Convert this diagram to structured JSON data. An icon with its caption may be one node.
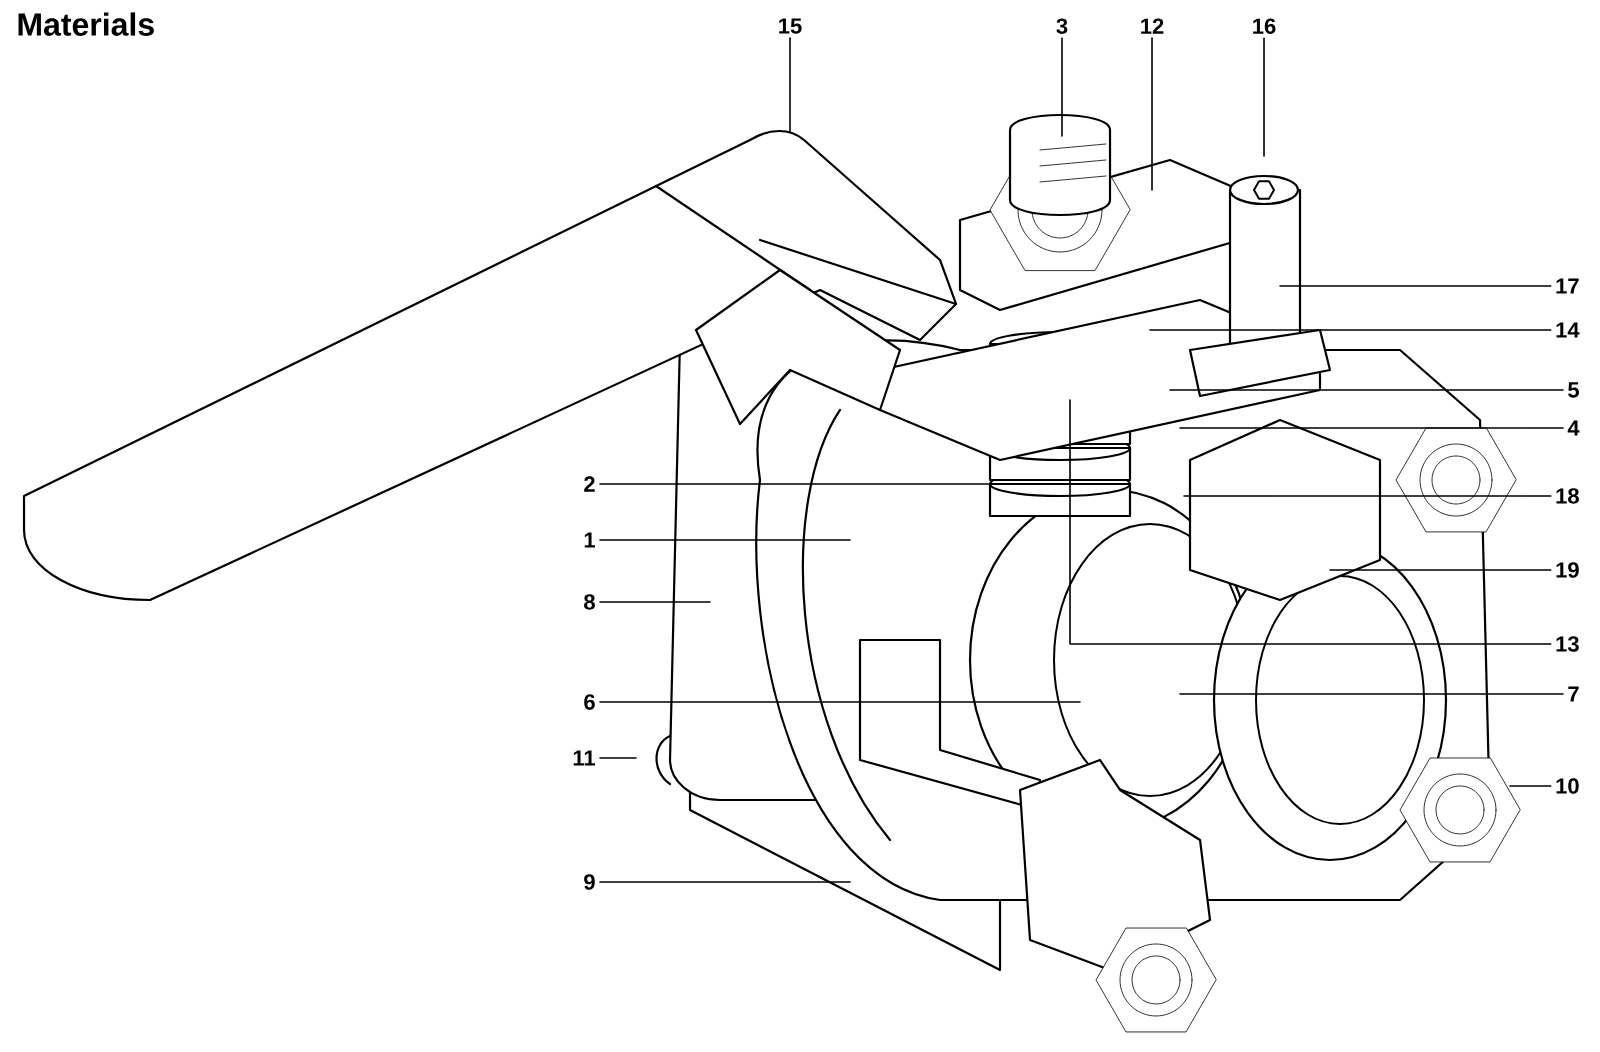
{
  "diagram": {
    "title": "Materials",
    "nodes": [
      {
        "text": [
          "15"
        ]
      },
      {
        "text": [
          "3"
        ]
      },
      {
        "text": [
          "12"
        ]
      },
      {
        "text": [
          "16"
        ]
      },
      {
        "text": [
          "17"
        ]
      },
      {
        "text": [
          "14"
        ]
      },
      {
        "text": [
          "5"
        ]
      },
      {
        "text": [
          "4"
        ]
      },
      {
        "text": [
          "2"
        ]
      },
      {
        "text": [
          "18"
        ]
      },
      {
        "text": [
          "1"
        ]
      },
      {
        "text": [
          "19"
        ]
      },
      {
        "text": [
          "8"
        ]
      },
      {
        "text": [
          "13"
        ]
      },
      {
        "text": [
          "6"
        ]
      },
      {
        "text": [
          "7"
        ]
      },
      {
        "text": [
          "11"
        ]
      },
      {
        "text": [
          "10"
        ]
      },
      {
        "text": [
          "9"
        ]
      }
    ],
    "edges": [
      {
        "from": 0,
        "to": null,
        "arrow": "none"
      },
      {
        "from": 1,
        "to": null,
        "arrow": "none"
      },
      {
        "from": 2,
        "to": null,
        "arrow": "none"
      },
      {
        "from": 3,
        "to": null,
        "arrow": "none"
      },
      {
        "from": 4,
        "to": null,
        "arrow": "none"
      },
      {
        "from": 5,
        "to": null,
        "arrow": "none"
      },
      {
        "from": 6,
        "to": null,
        "arrow": "none"
      },
      {
        "from": 7,
        "to": null,
        "arrow": "none"
      },
      {
        "from": 8,
        "to": null,
        "arrow": "none"
      },
      {
        "from": 9,
        "to": null,
        "arrow": "none"
      },
      {
        "from": 10,
        "to": null,
        "arrow": "none"
      },
      {
        "from": 11,
        "to": null,
        "arrow": "none"
      },
      {
        "from": 12,
        "to": null,
        "arrow": "none"
      },
      {
        "from": 13,
        "to": null,
        "arrow": "none"
      },
      {
        "from": 14,
        "to": null,
        "arrow": "none"
      },
      {
        "from": 15,
        "to": null,
        "arrow": "none"
      },
      {
        "from": 16,
        "to": null,
        "arrow": "none"
      },
      {
        "from": 17,
        "to": null,
        "arrow": "none"
      },
      {
        "from": 18,
        "to": null,
        "arrow": "none"
      }
    ]
  }
}
